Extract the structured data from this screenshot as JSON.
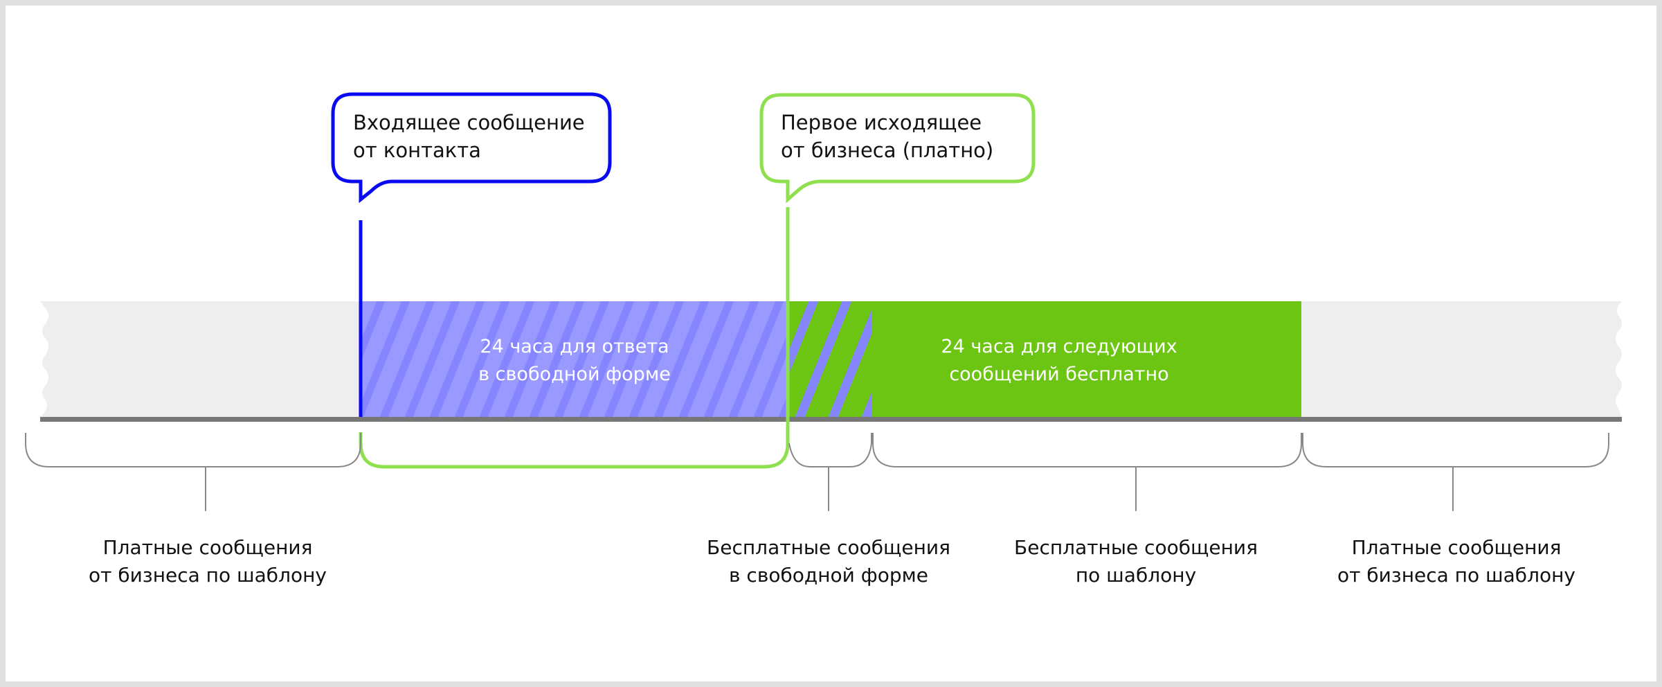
{
  "colors": {
    "blue": "#0a0af0",
    "green": "#8ee04e",
    "green_fill": "#6cc513",
    "purple": "#9999ff",
    "purple_stripe": "#8585ff",
    "gray_bar": "#eeeeee",
    "axis": "#777777"
  },
  "bubbles": [
    {
      "line1": "Входящее сообщение",
      "line2": "от контакта"
    },
    {
      "line1": "Первое исходящее",
      "line2": "от бизнеса (платно)"
    }
  ],
  "segments": [
    {
      "line1": "24 часа для ответа",
      "line2": "в свободной форме"
    },
    {
      "line1": "24 часа для следующих",
      "line2": "сообщений бесплатно"
    }
  ],
  "labels": [
    {
      "line1": "Платные сообщения",
      "line2": "от бизнеса по шаблону"
    },
    {
      "line1": "Бесплатные сообщения",
      "line2": "в свободной форме"
    },
    {
      "line1": "Бесплатные сообщения",
      "line2": "по шаблону"
    },
    {
      "line1": "Платные сообщения",
      "line2": "от бизнеса по шаблону"
    }
  ]
}
